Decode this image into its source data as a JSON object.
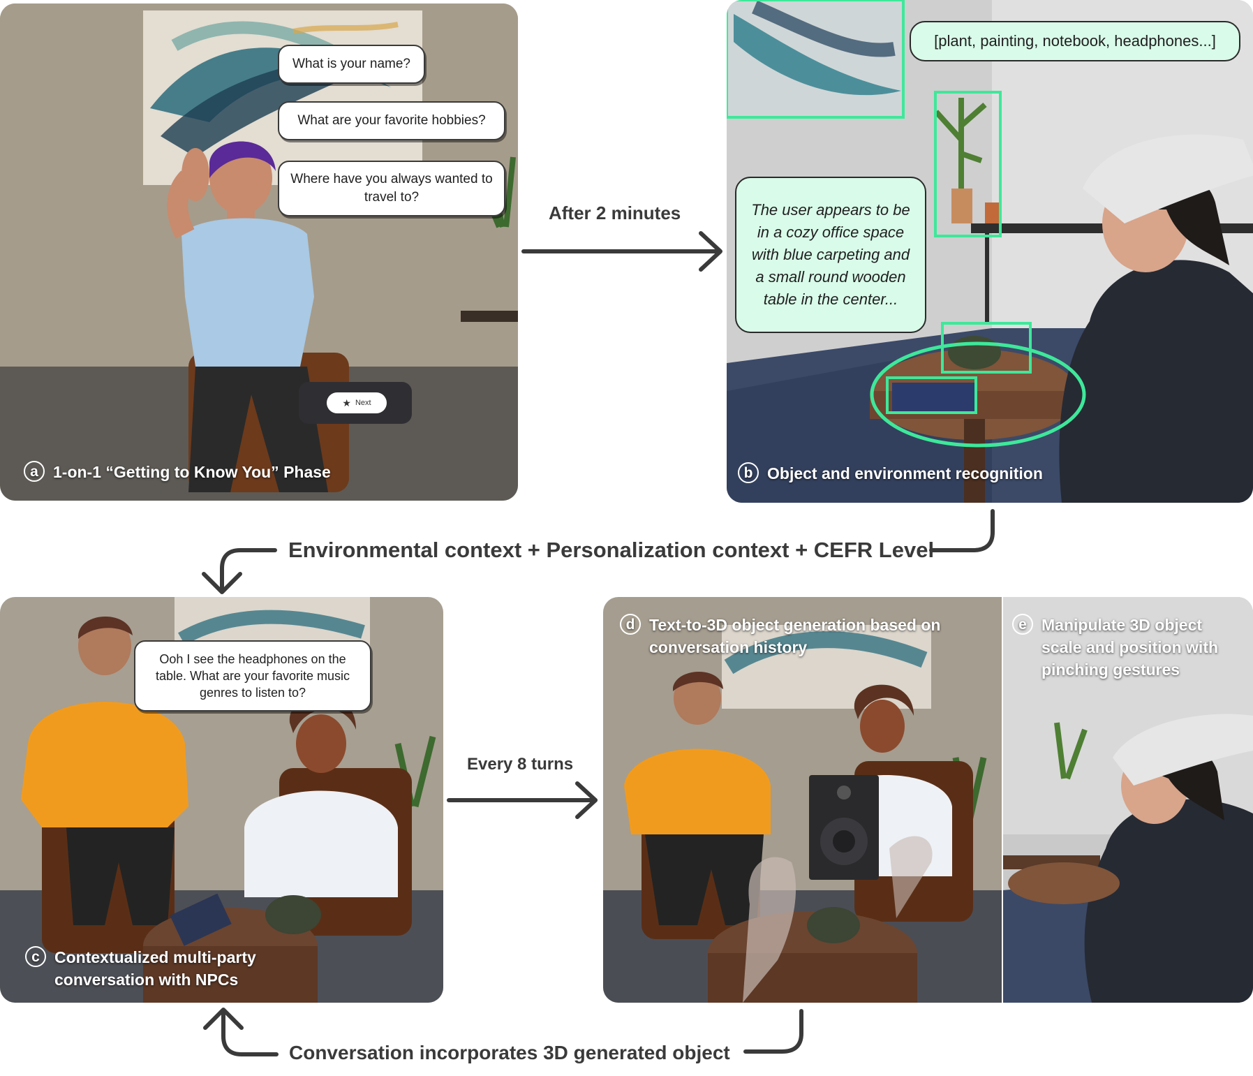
{
  "panel_a": {
    "letter": "a",
    "caption": "1-on-1 “Getting to Know You” Phase",
    "questions": [
      "What is your name?",
      "What are your favorite hobbies?",
      "Where have you always wanted to travel to?"
    ],
    "next_button": "Next"
  },
  "panel_b": {
    "letter": "b",
    "caption": "Object and environment recognition",
    "object_list": "[plant, painting, notebook, headphones...]",
    "description": "The user appears to be in a cozy office space with blue carpeting and a small round wooden table in the center..."
  },
  "panel_c": {
    "letter": "c",
    "caption": "Contextualized multi-party conversation with NPCs",
    "npc_speech": "Ooh I see the headphones on the table. What are your favorite music genres to listen to?"
  },
  "panel_d": {
    "letter": "d",
    "caption": "Text-to-3D object generation based on conversation history"
  },
  "panel_e": {
    "letter": "e",
    "caption": "Manipulate 3D object scale and position with pinching gestures"
  },
  "flow": {
    "after_2_minutes": "After 2 minutes",
    "context": "Environmental context + Personalization context + CEFR Level",
    "every_8_turns": "Every 8 turns",
    "incorporates": "Conversation incorporates 3D generated object"
  },
  "colors": {
    "detection": "#3ee89a",
    "arrow": "#3a3a3a",
    "bubble_green": "#d9fbe9"
  }
}
